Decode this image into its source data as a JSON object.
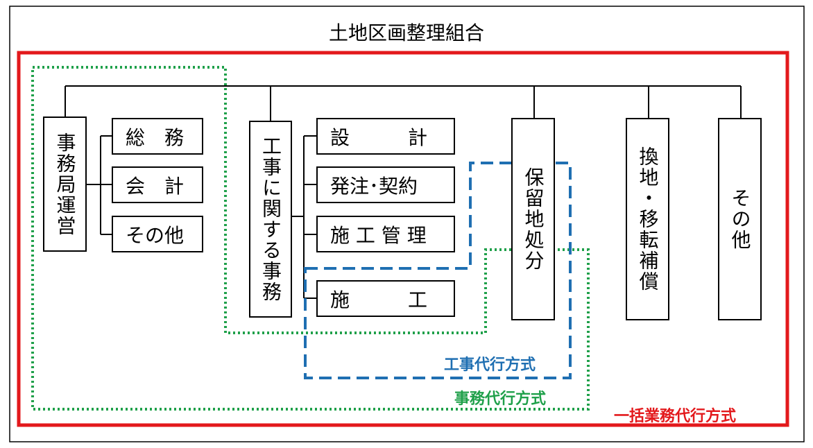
{
  "title": "土地区画整理組合",
  "departments": {
    "jimukyoku": "事務局運営",
    "koji": "工事に関する事務",
    "horyuchi": "保留地処分",
    "kanchi": "換地・移転補償",
    "sonota": "その他"
  },
  "sub_items": {
    "somu": "総　務",
    "kaikei": "会　計",
    "sonota": "その他",
    "sekkei": "設　　　計",
    "hachu": "発注･契約",
    "sekokanri": "施 工 管 理",
    "seko": "施　　　工"
  },
  "methods": {
    "koji_daiko": {
      "label": "工事代行方式",
      "color": "#1f6fb2"
    },
    "jimu_daiko": {
      "label": "事務代行方式",
      "color": "#1fa04a"
    },
    "ikkatsu": {
      "label": "一括業務代行方式",
      "color": "#e3191c"
    }
  }
}
